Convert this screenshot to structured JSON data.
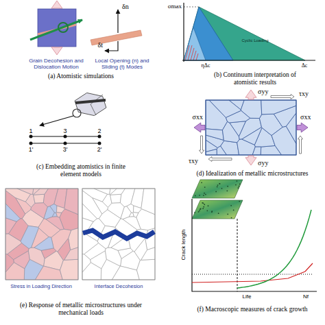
{
  "diagram": {
    "labels": [
      "Grain Decohesion and Dislocation Motion",
      "δn",
      "δt",
      "Local Opening (n) and Sliding (t) Modes",
      "(a) Atomistic simulations",
      "σmax",
      "ηΔc",
      "Cyclic Loading",
      "Δc",
      "(b) Continuum interpretation of atomistic results",
      "1",
      "3",
      "2",
      "1'",
      "3'",
      "2'",
      "(c) Embedding atomistics in finite element models",
      "σyy",
      "τxy",
      "σxx",
      "σxx",
      "τxy",
      "σyy",
      "(d) Idealization of metallic microstructures",
      "Stress in Loading Direction",
      "Interface Decohesion",
      "(e) Response of metallic microstructures under mechanical loads",
      "Crack length",
      "Life",
      "Nf",
      "(f) Macroscopic measures of crack growth"
    ]
  }
}
